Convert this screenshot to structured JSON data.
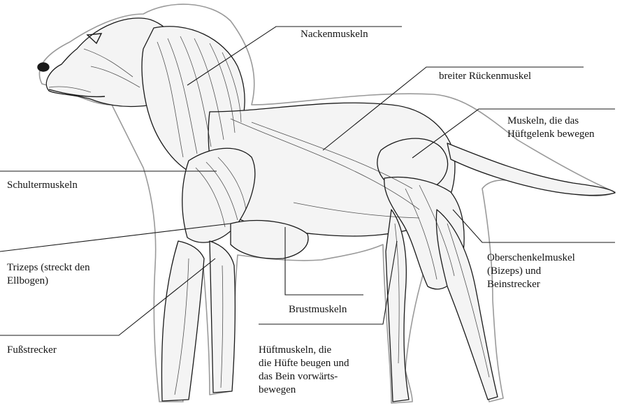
{
  "diagram": {
    "subject": "dog-muscle-anatomy",
    "colors": {
      "ink": "#1a1a1a",
      "muscle_fill": "#f4f4f4",
      "outline": "#9a9a9a",
      "background": "#ffffff"
    },
    "labels": {
      "neck": "Nackenmuskeln",
      "back": "breiter Rückenmuskel",
      "hip_line1": "Muskeln, die das",
      "hip_line2": "Hüftgelenk bewegen",
      "shoulder": "Schultermuskeln",
      "triceps_line1": "Trizeps (streckt den",
      "triceps_line2": "Ellbogen)",
      "thigh_line1": "Oberschenkelmuskel",
      "thigh_line2": "(Bizeps) und",
      "thigh_line3": "Beinstrecker",
      "chest": "Brustmuskeln",
      "foot": "Fußstrecker",
      "hipflex_line1": "Hüftmuskeln, die",
      "hipflex_line2": "die Hüfte beugen und",
      "hipflex_line3": "das Bein vorwärts-",
      "hipflex_line4": "bewegen"
    }
  }
}
